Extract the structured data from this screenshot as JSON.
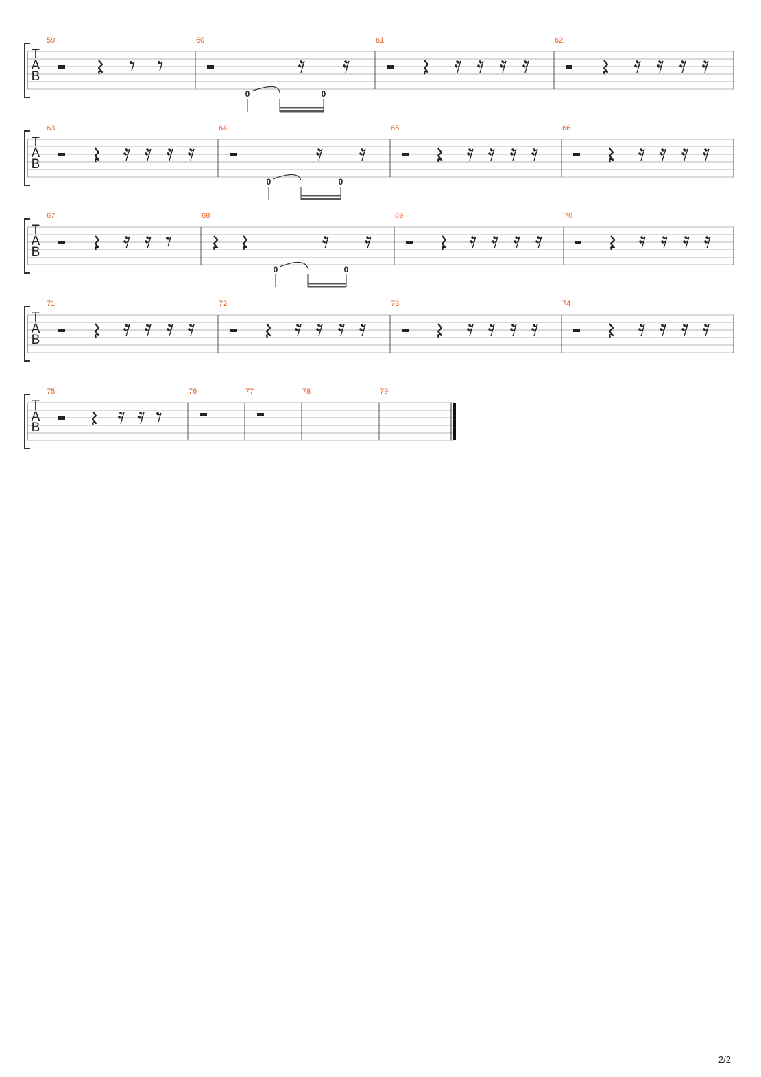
{
  "staff_labels": [
    "T",
    "A",
    "B"
  ],
  "tie_fret": "0",
  "page_number": "2/2",
  "colors": {
    "measure_number": "#e4602a",
    "staff_line": "#b4b4b4",
    "barline": "#555555",
    "ink": "#222222"
  },
  "systems": [
    {
      "measures": [
        {
          "number": "59",
          "rests": [
            "half",
            "quarter",
            "eighth",
            "eighth"
          ]
        },
        {
          "number": "60",
          "rests": [
            "half",
            "sixteenth",
            "sixteenth"
          ],
          "tie": true
        },
        {
          "number": "61",
          "rests": [
            "half",
            "quarter",
            "sixteenth",
            "sixteenth",
            "sixteenth",
            "sixteenth"
          ]
        },
        {
          "number": "62",
          "rests": [
            "half",
            "quarter",
            "sixteenth",
            "sixteenth",
            "sixteenth",
            "sixteenth"
          ]
        }
      ]
    },
    {
      "measures": [
        {
          "number": "63",
          "rests": [
            "half",
            "quarter",
            "sixteenth",
            "sixteenth",
            "sixteenth",
            "sixteenth"
          ]
        },
        {
          "number": "64",
          "rests": [
            "half",
            "sixteenth",
            "sixteenth"
          ],
          "tie": true
        },
        {
          "number": "65",
          "rests": [
            "half",
            "quarter",
            "sixteenth",
            "sixteenth",
            "sixteenth",
            "sixteenth"
          ]
        },
        {
          "number": "66",
          "rests": [
            "half",
            "quarter",
            "sixteenth",
            "sixteenth",
            "sixteenth",
            "sixteenth"
          ]
        }
      ]
    },
    {
      "measures": [
        {
          "number": "67",
          "rests": [
            "half",
            "quarter",
            "sixteenth",
            "sixteenth",
            "eighth"
          ]
        },
        {
          "number": "68",
          "rests": [
            "quarter",
            "quarter",
            "sixteenth",
            "sixteenth"
          ],
          "tie": true
        },
        {
          "number": "69",
          "rests": [
            "half",
            "quarter",
            "sixteenth",
            "sixteenth",
            "sixteenth",
            "sixteenth"
          ]
        },
        {
          "number": "70",
          "rests": [
            "half",
            "quarter",
            "sixteenth",
            "sixteenth",
            "sixteenth",
            "sixteenth"
          ]
        }
      ]
    },
    {
      "measures": [
        {
          "number": "71",
          "rests": [
            "half",
            "quarter",
            "sixteenth",
            "sixteenth",
            "sixteenth",
            "sixteenth"
          ]
        },
        {
          "number": "72",
          "rests": [
            "half",
            "quarter",
            "sixteenth",
            "sixteenth",
            "sixteenth",
            "sixteenth"
          ]
        },
        {
          "number": "73",
          "rests": [
            "half",
            "quarter",
            "sixteenth",
            "sixteenth",
            "sixteenth",
            "sixteenth"
          ]
        },
        {
          "number": "74",
          "rests": [
            "half",
            "quarter",
            "sixteenth",
            "sixteenth",
            "sixteenth",
            "sixteenth"
          ]
        }
      ]
    },
    {
      "measures": [
        {
          "number": "75",
          "rests": [
            "half",
            "quarter",
            "sixteenth",
            "sixteenth",
            "eighth"
          ]
        },
        {
          "number": "76",
          "rests": [
            "whole"
          ]
        },
        {
          "number": "77",
          "rests": [
            "whole"
          ]
        },
        {
          "number": "78",
          "rests": []
        },
        {
          "number": "79",
          "rests": []
        }
      ],
      "final_barline": true
    }
  ]
}
